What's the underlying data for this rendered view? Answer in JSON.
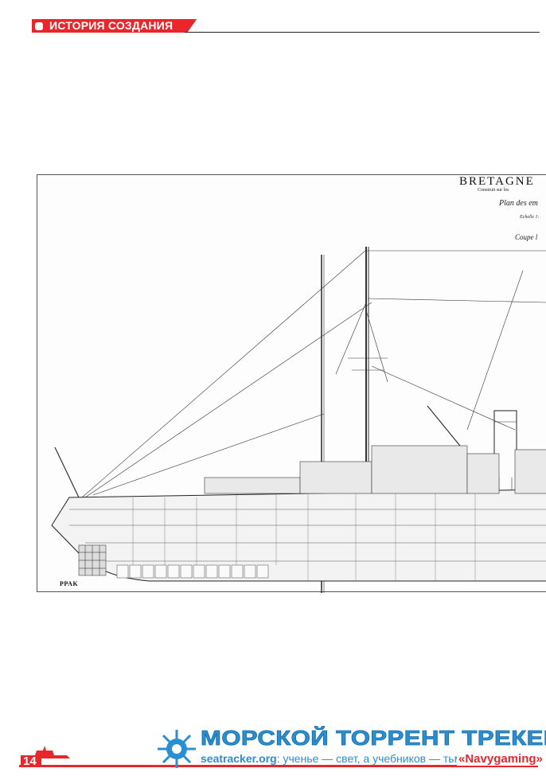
{
  "header": {
    "section_title": "ИСТОРИЯ СОЗДАНИЯ",
    "accent_color": "#e8262b"
  },
  "drawing": {
    "title": "BRETAGNE",
    "subtitle": "Construit sur les",
    "plan_line": "Plan des em",
    "scale_line": "Echelle 1:",
    "section_line": "Coupe l",
    "stamp": "PPAK"
  },
  "footer": {
    "page_number": "14",
    "brand": "МОРСКОЙ ТОРРЕНТ ТРЕКЕР",
    "url": "seatracker.org",
    "motto": ": ученье — свет, а учебников — тьма",
    "partner": "«Navygaming»",
    "brand_color": "#2a8fd2",
    "icons": [
      "ship-silhouette-icon",
      "sun-wheel-logo-icon"
    ]
  }
}
